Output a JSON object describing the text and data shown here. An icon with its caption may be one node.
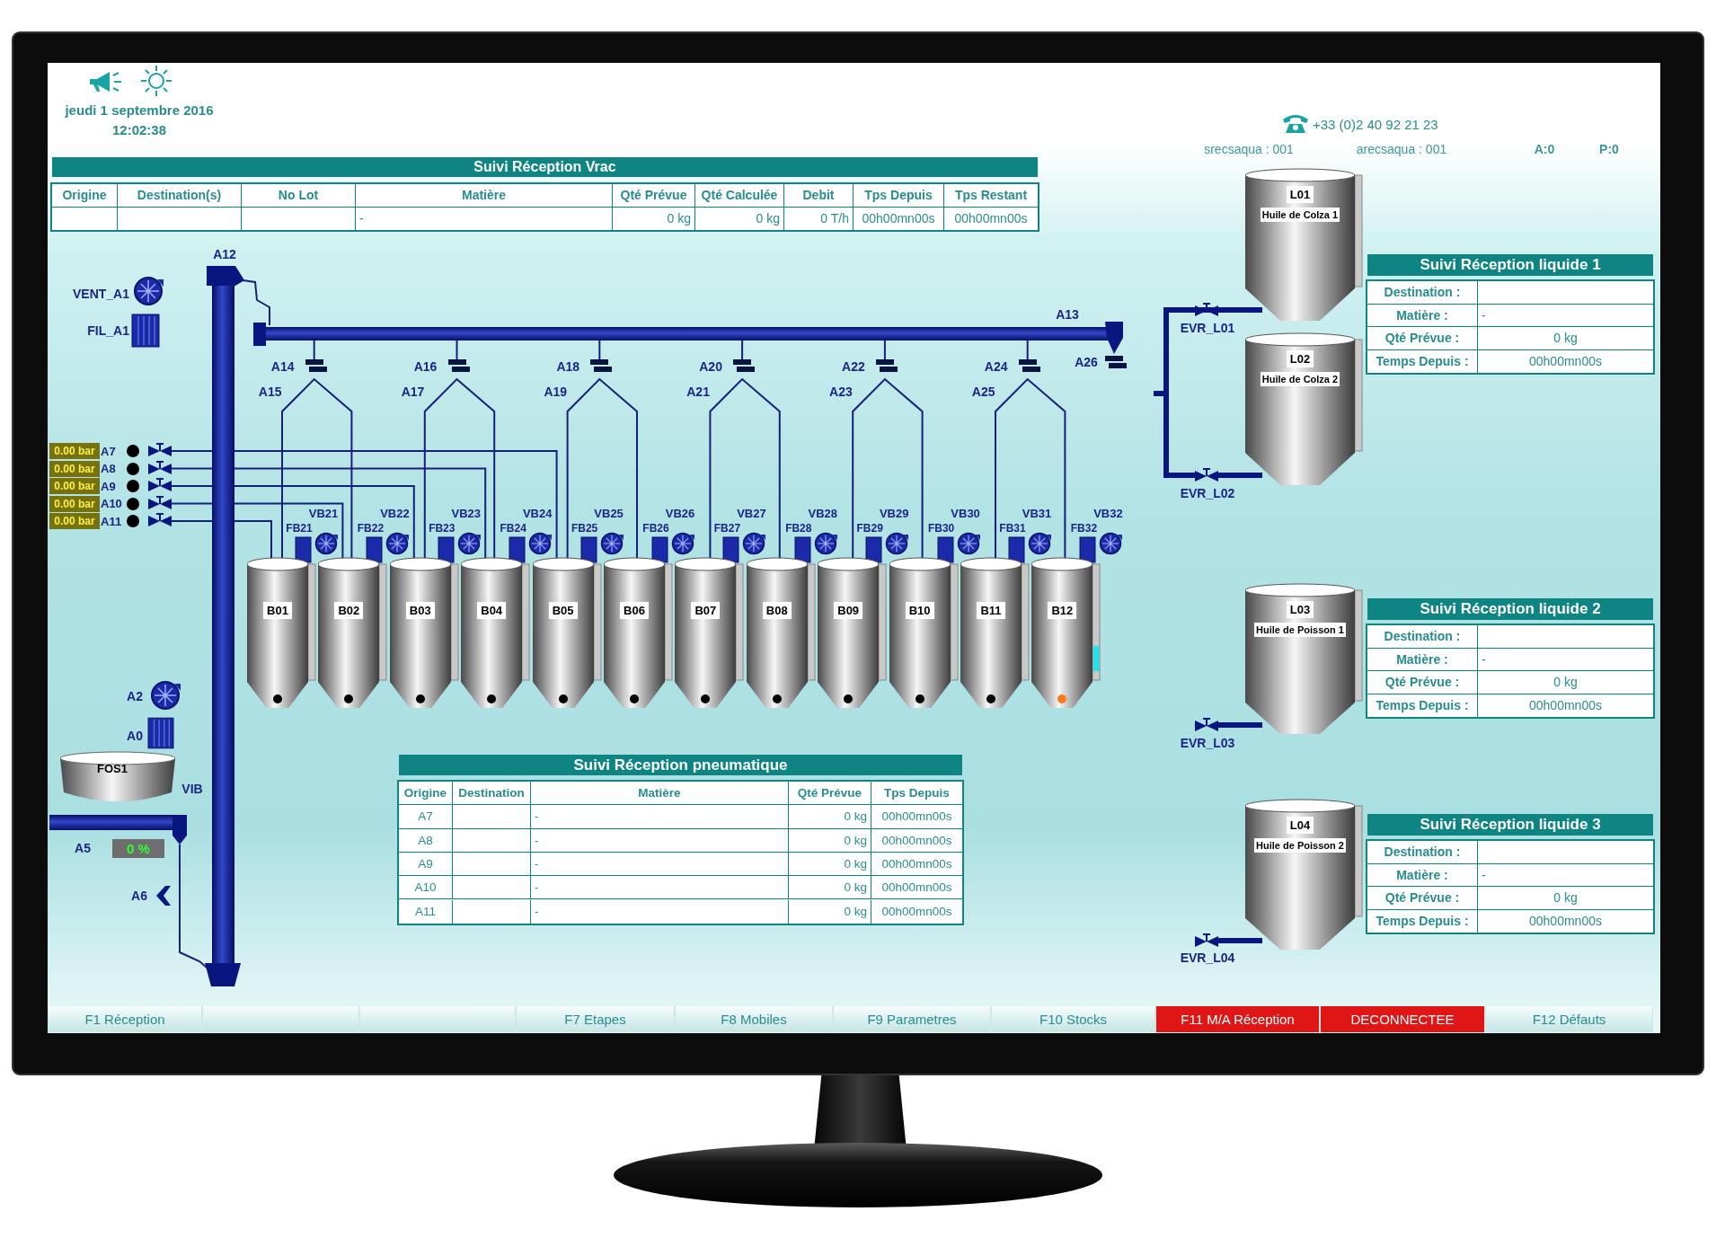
{
  "diagram": {
    "nodes": [
      {
        "text": [
          "B01"
        ]
      },
      {
        "text": [
          "B02"
        ]
      },
      {
        "text": [
          "B03"
        ]
      },
      {
        "text": [
          "B04"
        ]
      },
      {
        "text": [
          "B05"
        ]
      },
      {
        "text": [
          "B06"
        ]
      },
      {
        "text": [
          "B07"
        ]
      },
      {
        "text": [
          "B08"
        ]
      },
      {
        "text": [
          "B09"
        ]
      },
      {
        "text": [
          "B10"
        ]
      },
      {
        "text": [
          "B11"
        ]
      },
      {
        "text": [
          "B12"
        ]
      },
      {
        "text": [
          "L01",
          "Huile de Colza 1"
        ]
      },
      {
        "text": [
          "L02",
          "Huile de Colza 2"
        ]
      },
      {
        "text": [
          "L03",
          "Huile de Poisson 1"
        ]
      },
      {
        "text": [
          "L04",
          "Huile de Poisson 2"
        ]
      },
      {
        "text": [
          "FOS1"
        ]
      }
    ],
    "labels": [
      "jeudi 1 septembre 2016",
      "12:02:38",
      "+33 (0)2 40 92 21 23",
      "srecsaqua : 001",
      "arecsaqua : 001",
      "A:0",
      "P:0",
      "Suivi Réception Vrac",
      "Origine",
      "Destination(s)",
      "No Lot",
      "Matière",
      "Qté Prévue",
      "Qté Calculée",
      "Debit",
      "Tps Depuis",
      "Tps Restant",
      "-",
      "0 kg",
      "0 kg",
      "0 T/h",
      "00h00mn00s",
      "00h00mn00s",
      "Suivi Réception liquide 1",
      "Destination :",
      "Matière :",
      "-",
      "Qté Prévue :",
      "0 kg",
      "Temps Depuis :",
      "00h00mn00s",
      "A12",
      "VENT_A1",
      "FIL_A1",
      "A13",
      "A14",
      "A15",
      "A16",
      "A17",
      "A18",
      "A19",
      "A20",
      "A21",
      "A22",
      "A23",
      "A24",
      "A25",
      "A26",
      "EVR_L01",
      "EVR_L02",
      "0.00 bar",
      "A7",
      "0.00 bar",
      "A8",
      "0.00 bar",
      "A9",
      "0.00 bar",
      "A10",
      "0.00 bar",
      "A11",
      "FB21",
      "VB21",
      "FB22",
      "VB22",
      "FB23",
      "VB23",
      "FB24",
      "VB24",
      "FB25",
      "VB25",
      "FB26",
      "VB26",
      "FB27",
      "VB27",
      "FB28",
      "VB28",
      "FB29",
      "VB29",
      "FB30",
      "VB30",
      "FB31",
      "VB31",
      "FB32",
      "VB32",
      "Suivi Réception liquide 2",
      "Destination :",
      "Matière :",
      "-",
      "Qté Prévue :",
      "0 kg",
      "Temps Depuis :",
      "00h00mn00s",
      "EVR_L03",
      "Suivi Réception liquide 3",
      "Destination :",
      "Matière :",
      "-",
      "Qté Prévue :",
      "0 kg",
      "Temps Depuis :",
      "00h00mn00s",
      "EVR_L04",
      "A2",
      "A0",
      "VIB",
      "A5",
      "0 %",
      "A6",
      "Suivi Réception pneumatique",
      "Origine",
      "Destination",
      "Matière",
      "Qté Prévue",
      "Tps Depuis",
      "A7",
      "-",
      "0 kg",
      "00h00mn00s",
      "A8",
      "-",
      "0 kg",
      "00h00mn00s",
      "A9",
      "-",
      "0 kg",
      "00h00mn00s",
      "A10",
      "-",
      "0 kg",
      "00h00mn00s",
      "A11",
      "-",
      "0 kg",
      "00h00mn00s",
      "F1 Réception",
      "F7 Etapes",
      "F8 Mobiles",
      "F9 Parametres",
      "F10 Stocks",
      "F11 M/A Réception",
      "DECONNECTEE",
      "F12 Défauts"
    ]
  }
}
